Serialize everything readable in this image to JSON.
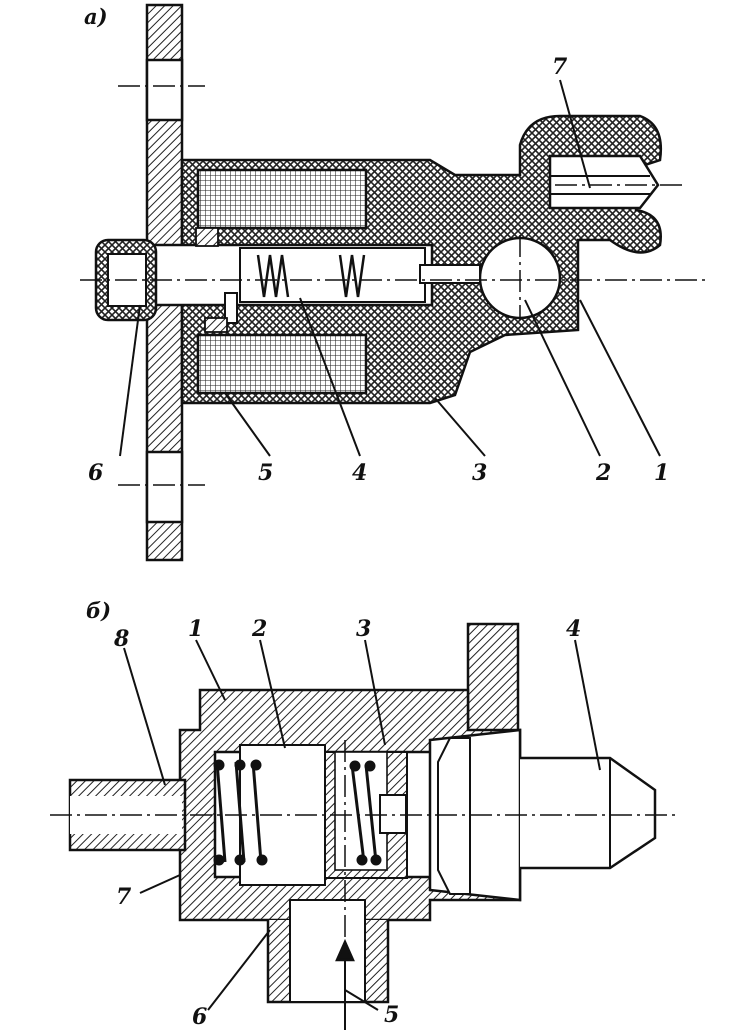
{
  "panels": [
    {
      "key": "a",
      "letter": "а)",
      "callouts": [
        "7",
        "6",
        "5",
        "4",
        "3",
        "2",
        "1"
      ]
    },
    {
      "key": "b",
      "letter": "б)",
      "callouts": [
        "8",
        "1",
        "2",
        "3",
        "4",
        "7",
        "6",
        "5"
      ]
    }
  ]
}
